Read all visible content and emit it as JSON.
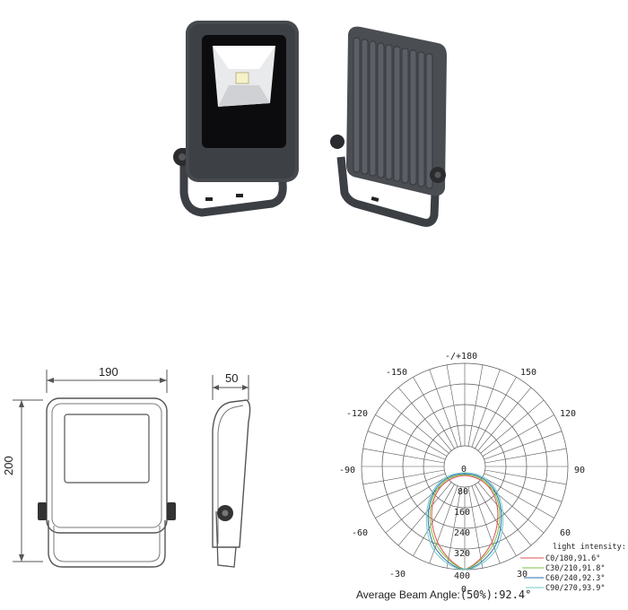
{
  "drawing": {
    "width_label": "190",
    "height_label": "200",
    "depth_label": "50"
  },
  "polar": {
    "angle_labels": [
      "-/+180",
      "-150",
      "150",
      "-120",
      "120",
      "-90",
      "90",
      "-60",
      "60",
      "-30",
      "30"
    ],
    "center_label": "0",
    "bottom_label": "0",
    "radial_labels": [
      "80",
      "160",
      "240",
      "320",
      "400"
    ],
    "intensity_unit": "light intensity: cd",
    "legend": [
      {
        "label": "C0/180,91.6°",
        "color": "#e05050"
      },
      {
        "label": "C30/210,91.8°",
        "color": "#7cc040"
      },
      {
        "label": "C60/240,92.3°",
        "color": "#2a6ea8"
      },
      {
        "label": "C90/270,93.9°",
        "color": "#70c8c8"
      }
    ]
  },
  "beam_angle": {
    "label": "Average Beam Angle:",
    "value": "(50%):92.4°"
  }
}
